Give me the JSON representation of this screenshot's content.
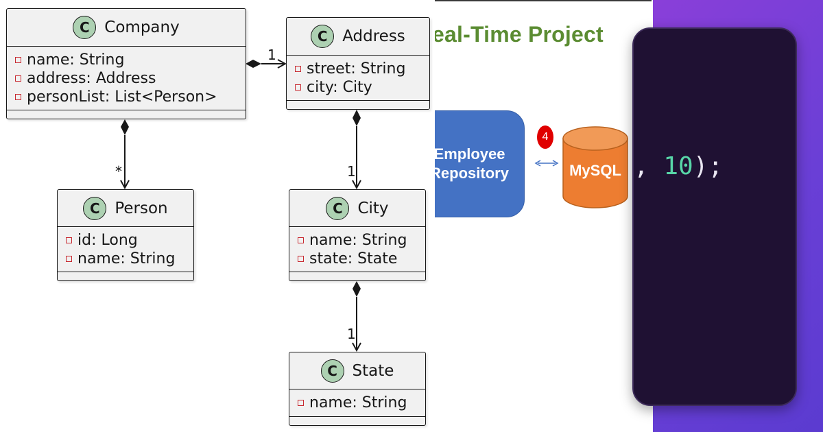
{
  "uml": {
    "classes": [
      {
        "id": "company",
        "name": "Company",
        "badge": "C",
        "fields": [
          "name: String",
          "address: Address",
          "personList: List<Person>"
        ]
      },
      {
        "id": "address",
        "name": "Address",
        "badge": "C",
        "fields": [
          "street: String",
          "city: City"
        ]
      },
      {
        "id": "person",
        "name": "Person",
        "badge": "C",
        "fields": [
          "id: Long",
          "name: String"
        ]
      },
      {
        "id": "city",
        "name": "City",
        "badge": "C",
        "fields": [
          "name: String",
          "state: State"
        ]
      },
      {
        "id": "state",
        "name": "State",
        "badge": "C",
        "fields": [
          "name: String"
        ]
      }
    ],
    "relations": [
      {
        "from": "Company",
        "to": "Address",
        "type": "composition",
        "multiplicity": "1"
      },
      {
        "from": "Company",
        "to": "Person",
        "type": "composition",
        "multiplicity": "*"
      },
      {
        "from": "Address",
        "to": "City",
        "type": "composition",
        "multiplicity": "1"
      },
      {
        "from": "City",
        "to": "State",
        "type": "composition",
        "multiplicity": "1"
      }
    ],
    "colors": {
      "class_fill": "#f1f1f1",
      "badge_fill": "#add1b2",
      "private_marker": "#c82930",
      "line": "#181818"
    }
  },
  "slide": {
    "title": "eal-Time Project",
    "repository_label_line1": "Employee",
    "repository_label_line2": "Repository",
    "step_badge": "4",
    "database_label": "MySQL",
    "colors": {
      "title": "#5b8c32",
      "repository": "#4472c4",
      "database": "#ed7d31",
      "badge": "#e00000",
      "connector": "#4472c4"
    }
  },
  "code": {
    "visible_prefix": ", ",
    "visible_number": "10",
    "visible_suffix": ");",
    "colors": {
      "number": "#58d6a8",
      "background": "#1f1133",
      "panel": "#7a3fd8"
    }
  }
}
